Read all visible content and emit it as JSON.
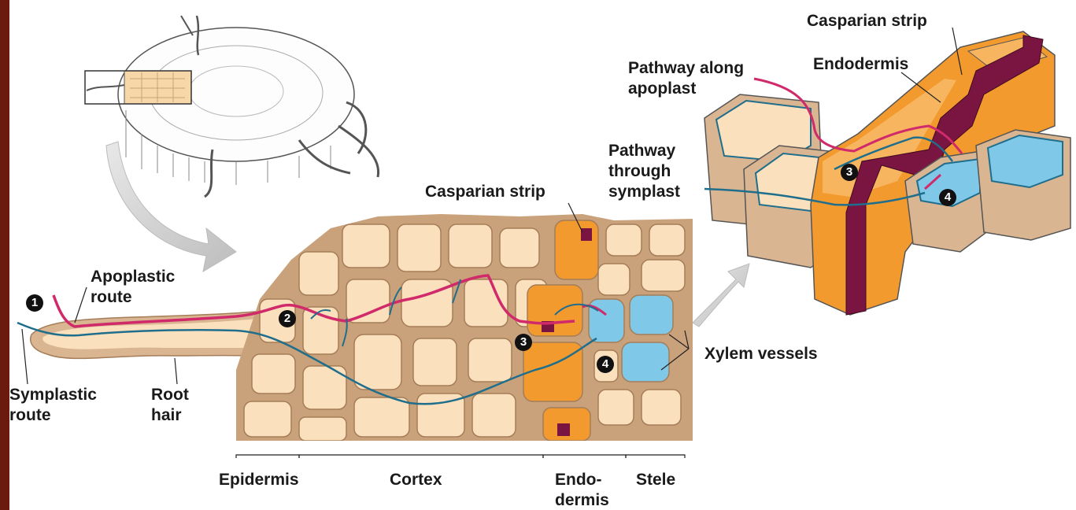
{
  "labels": {
    "casparian_strip_top": "Casparian strip",
    "endodermis_top": "Endodermis",
    "pathway_apoplast": [
      "Pathway along",
      "apoplast"
    ],
    "pathway_symplast": [
      "Pathway",
      "through",
      "symplast"
    ],
    "casparian_strip_mid": "Casparian strip",
    "apoplastic_route": [
      "Apoplastic",
      "route"
    ],
    "symplastic_route": [
      "Symplastic",
      "route"
    ],
    "root_hair": [
      "Root",
      "hair"
    ],
    "xylem_vessels": "Xylem vessels",
    "epidermis": "Epidermis",
    "cortex": "Cortex",
    "endodermis_bottom": [
      "Endo-",
      "dermis"
    ],
    "stele": "Stele"
  },
  "markers": {
    "m1": "1",
    "m2": "2",
    "m3": "3",
    "m4": "4",
    "m3_inset": "3",
    "m4_inset": "4"
  },
  "colors": {
    "apoplast_path": "#d12a6a",
    "symplast_path": "#1f6e8c",
    "cortex_cell": "#fbe0bd",
    "cell_wall": "#c9a17a",
    "endodermis": "#f29a2e",
    "casparian": "#7a1440",
    "xylem": "#7fc8e8",
    "frame": "#6b1a0e"
  }
}
